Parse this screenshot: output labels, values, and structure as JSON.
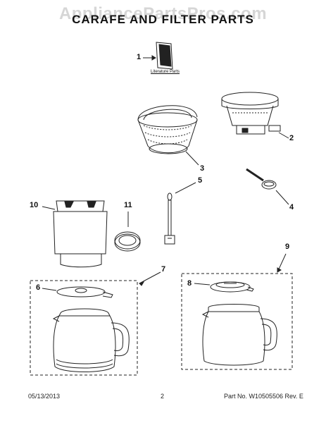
{
  "page": {
    "watermark": "AppliancePartsPros.com",
    "title": "CARAFE AND FILTER PARTS"
  },
  "parts": {
    "literature": {
      "number": "1",
      "label": "Literature Parts"
    },
    "filter_basket": {
      "number": "2"
    },
    "filter_screen": {
      "number": "3"
    },
    "measuring_scoop": {
      "number": "4"
    },
    "stirrer": {
      "number": "5"
    },
    "lid_small": {
      "number": "6"
    },
    "carafe_left_group": {
      "number": "7"
    },
    "lid_right": {
      "number": "8"
    },
    "carafe_right_group": {
      "number": "9"
    },
    "carafe_sleeve": {
      "number": "10"
    },
    "gasket_ring": {
      "number": "11"
    }
  },
  "footer": {
    "date": "05/13/2013",
    "page_number": "2",
    "part_info": "Part No.  W10505506  Rev.  E"
  }
}
